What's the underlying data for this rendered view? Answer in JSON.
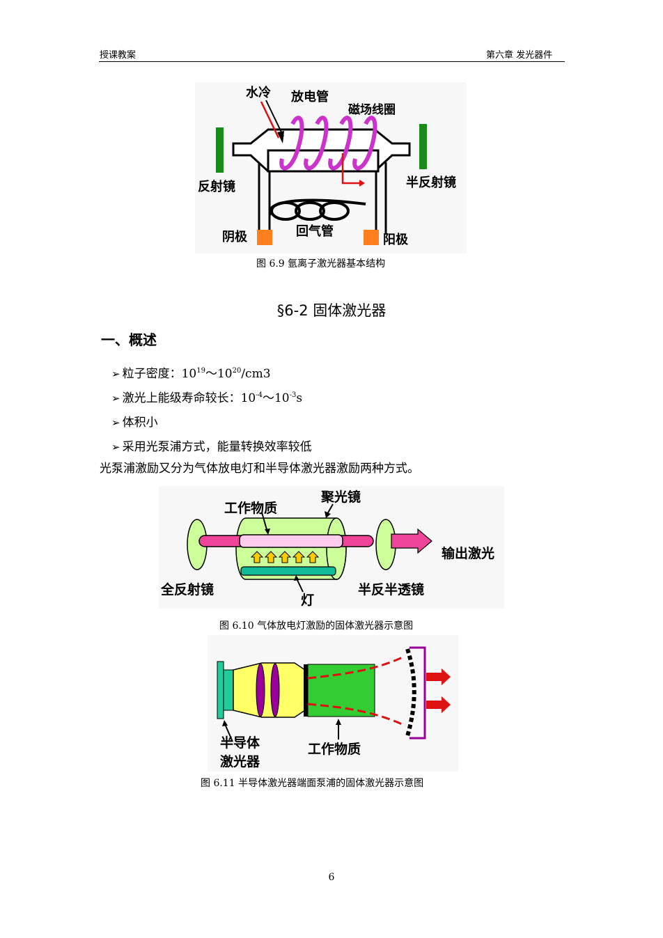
{
  "header": {
    "left": "授课教案",
    "right": "第六章 发光器件"
  },
  "fig1": {
    "labels": {
      "water_cool": "水冷",
      "discharge_tube": "放电管",
      "magnet_coil": "磁场线圈",
      "reflector": "反射镜",
      "half_reflector": "半反射镜",
      "cathode": "阴极",
      "return_tube": "回气管",
      "anode": "阳极"
    },
    "caption": "图 6.9  氩离子激光器基本结构"
  },
  "section_title": "§6-2 固体激光器",
  "heading": "一、概述",
  "bullets": {
    "b1_text": "粒子密度：10",
    "b1_exp1": "19",
    "b1_mid": "～10",
    "b1_exp2": "20",
    "b1_end": "/cm3",
    "b2_text": "激光上能级寿命较长：10",
    "b2_exp1": "-4",
    "b2_mid": "～10",
    "b2_exp2": "-3",
    "b2_end": "s",
    "b3_text": "体积小",
    "b4_text": "采用光泵浦方式，能量转换效率较低"
  },
  "paragraph": "光泵浦激励又分为气体放电灯和半导体激光器激励两种方式。",
  "fig2": {
    "labels": {
      "condenser": "聚光镜",
      "working_medium": "工作物质",
      "output": "输出激光",
      "full_mirror": "全反射镜",
      "half_mirror": "半反半透镜",
      "lamp": "灯"
    },
    "caption": "图 6.10  气体放电灯激励的固体激光器示意图"
  },
  "fig3": {
    "labels": {
      "semi_laser_l1": "半导体",
      "semi_laser_l2": "激光器",
      "working_medium": "工作物质"
    },
    "caption": "图 6.11  半导体激光器端面泵浦的固体激光器示意图"
  },
  "page_number": "6",
  "colors": {
    "green_mirror": "#1a8a1a",
    "coil": "#cc33cc",
    "electrode": "#ff7f1e",
    "rod_pink": "#ee4499",
    "cylinder": "#ccff99",
    "lamp_bar": "#11bb99",
    "red_arrow": "#dd1111"
  }
}
